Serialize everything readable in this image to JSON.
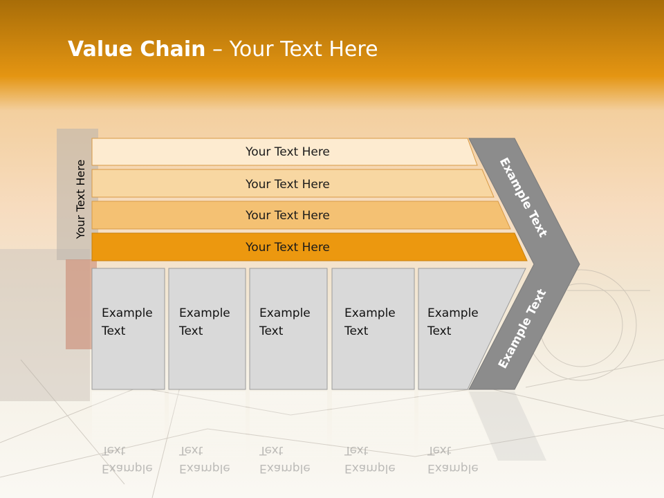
{
  "title": {
    "bold": "Value Chain",
    "rest": " – Your Text Here"
  },
  "side_label": "Your Text Here",
  "rows": [
    "Your Text Here",
    "Your Text Here",
    "Your Text Here",
    "Your Text Here"
  ],
  "cells": [
    {
      "line1": "Example",
      "line2": "Text"
    },
    {
      "line1": "Example",
      "line2": "Text"
    },
    {
      "line1": "Example",
      "line2": "Text"
    },
    {
      "line1": "Example",
      "line2": "Text"
    },
    {
      "line1": "Example",
      "line2": "Text"
    }
  ],
  "chevron": {
    "top": "Example Text",
    "bottom": "Example Text"
  },
  "colors": {
    "row1": "#fdebd0",
    "row2": "#f8d7a2",
    "row3": "#f4c173",
    "row4": "#ec980f",
    "cell": "#d9d9d9",
    "chevron": "#8c8c8c",
    "header": "#e49512"
  }
}
